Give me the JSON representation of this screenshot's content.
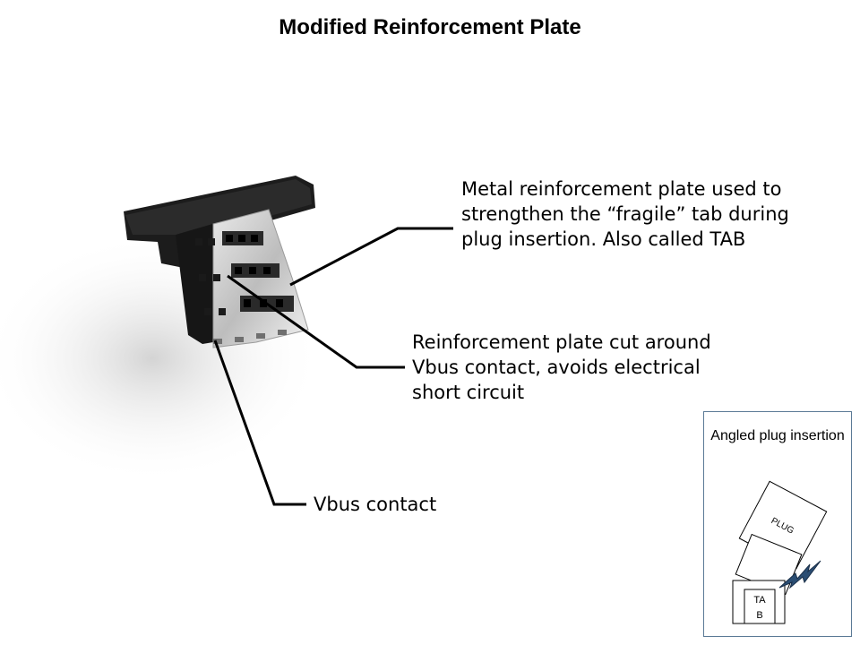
{
  "title": "Modified Reinforcement Plate",
  "callouts": [
    {
      "text": "Metal reinforcement plate used to strengthen the “fragile” tab during plug insertion. Also called TAB"
    },
    {
      "text": "Reinforcement plate cut around Vbus contact, avoids electrical short circuit"
    },
    {
      "text": "Vbus contact"
    }
  ],
  "inset": {
    "title": "Angled plug insertion",
    "plug_label": "PLUG",
    "tab_label_line1": "TA",
    "tab_label_line2": "B"
  },
  "colors": {
    "connector_body": "#1c1c1c",
    "metal_plate": "#c9c9c9",
    "inset_border": "#5b7a96",
    "lightning": "#2a4d73"
  }
}
